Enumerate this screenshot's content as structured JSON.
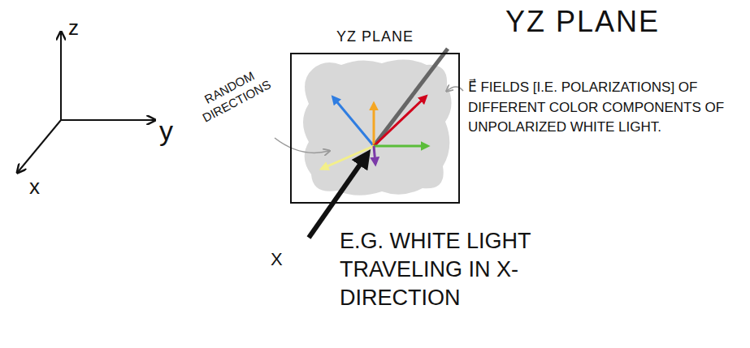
{
  "diagram": {
    "nodes": [
      {
        "text": [
          "YZ PLANE"
        ]
      }
    ],
    "labels": [
      "z",
      "y",
      "x",
      "RANDOM DIRECTIONS",
      "YZ PLANE",
      "E⃗ FIELDS [I.E. POLARIZATIONS] OF DIFFERENT COLOR COMPONENTS OF UNPOLARIZED WHITE LIGHT.",
      "X",
      "E.G. WHITE LIGHT TRAVELING IN X-DIRECTION"
    ]
  }
}
